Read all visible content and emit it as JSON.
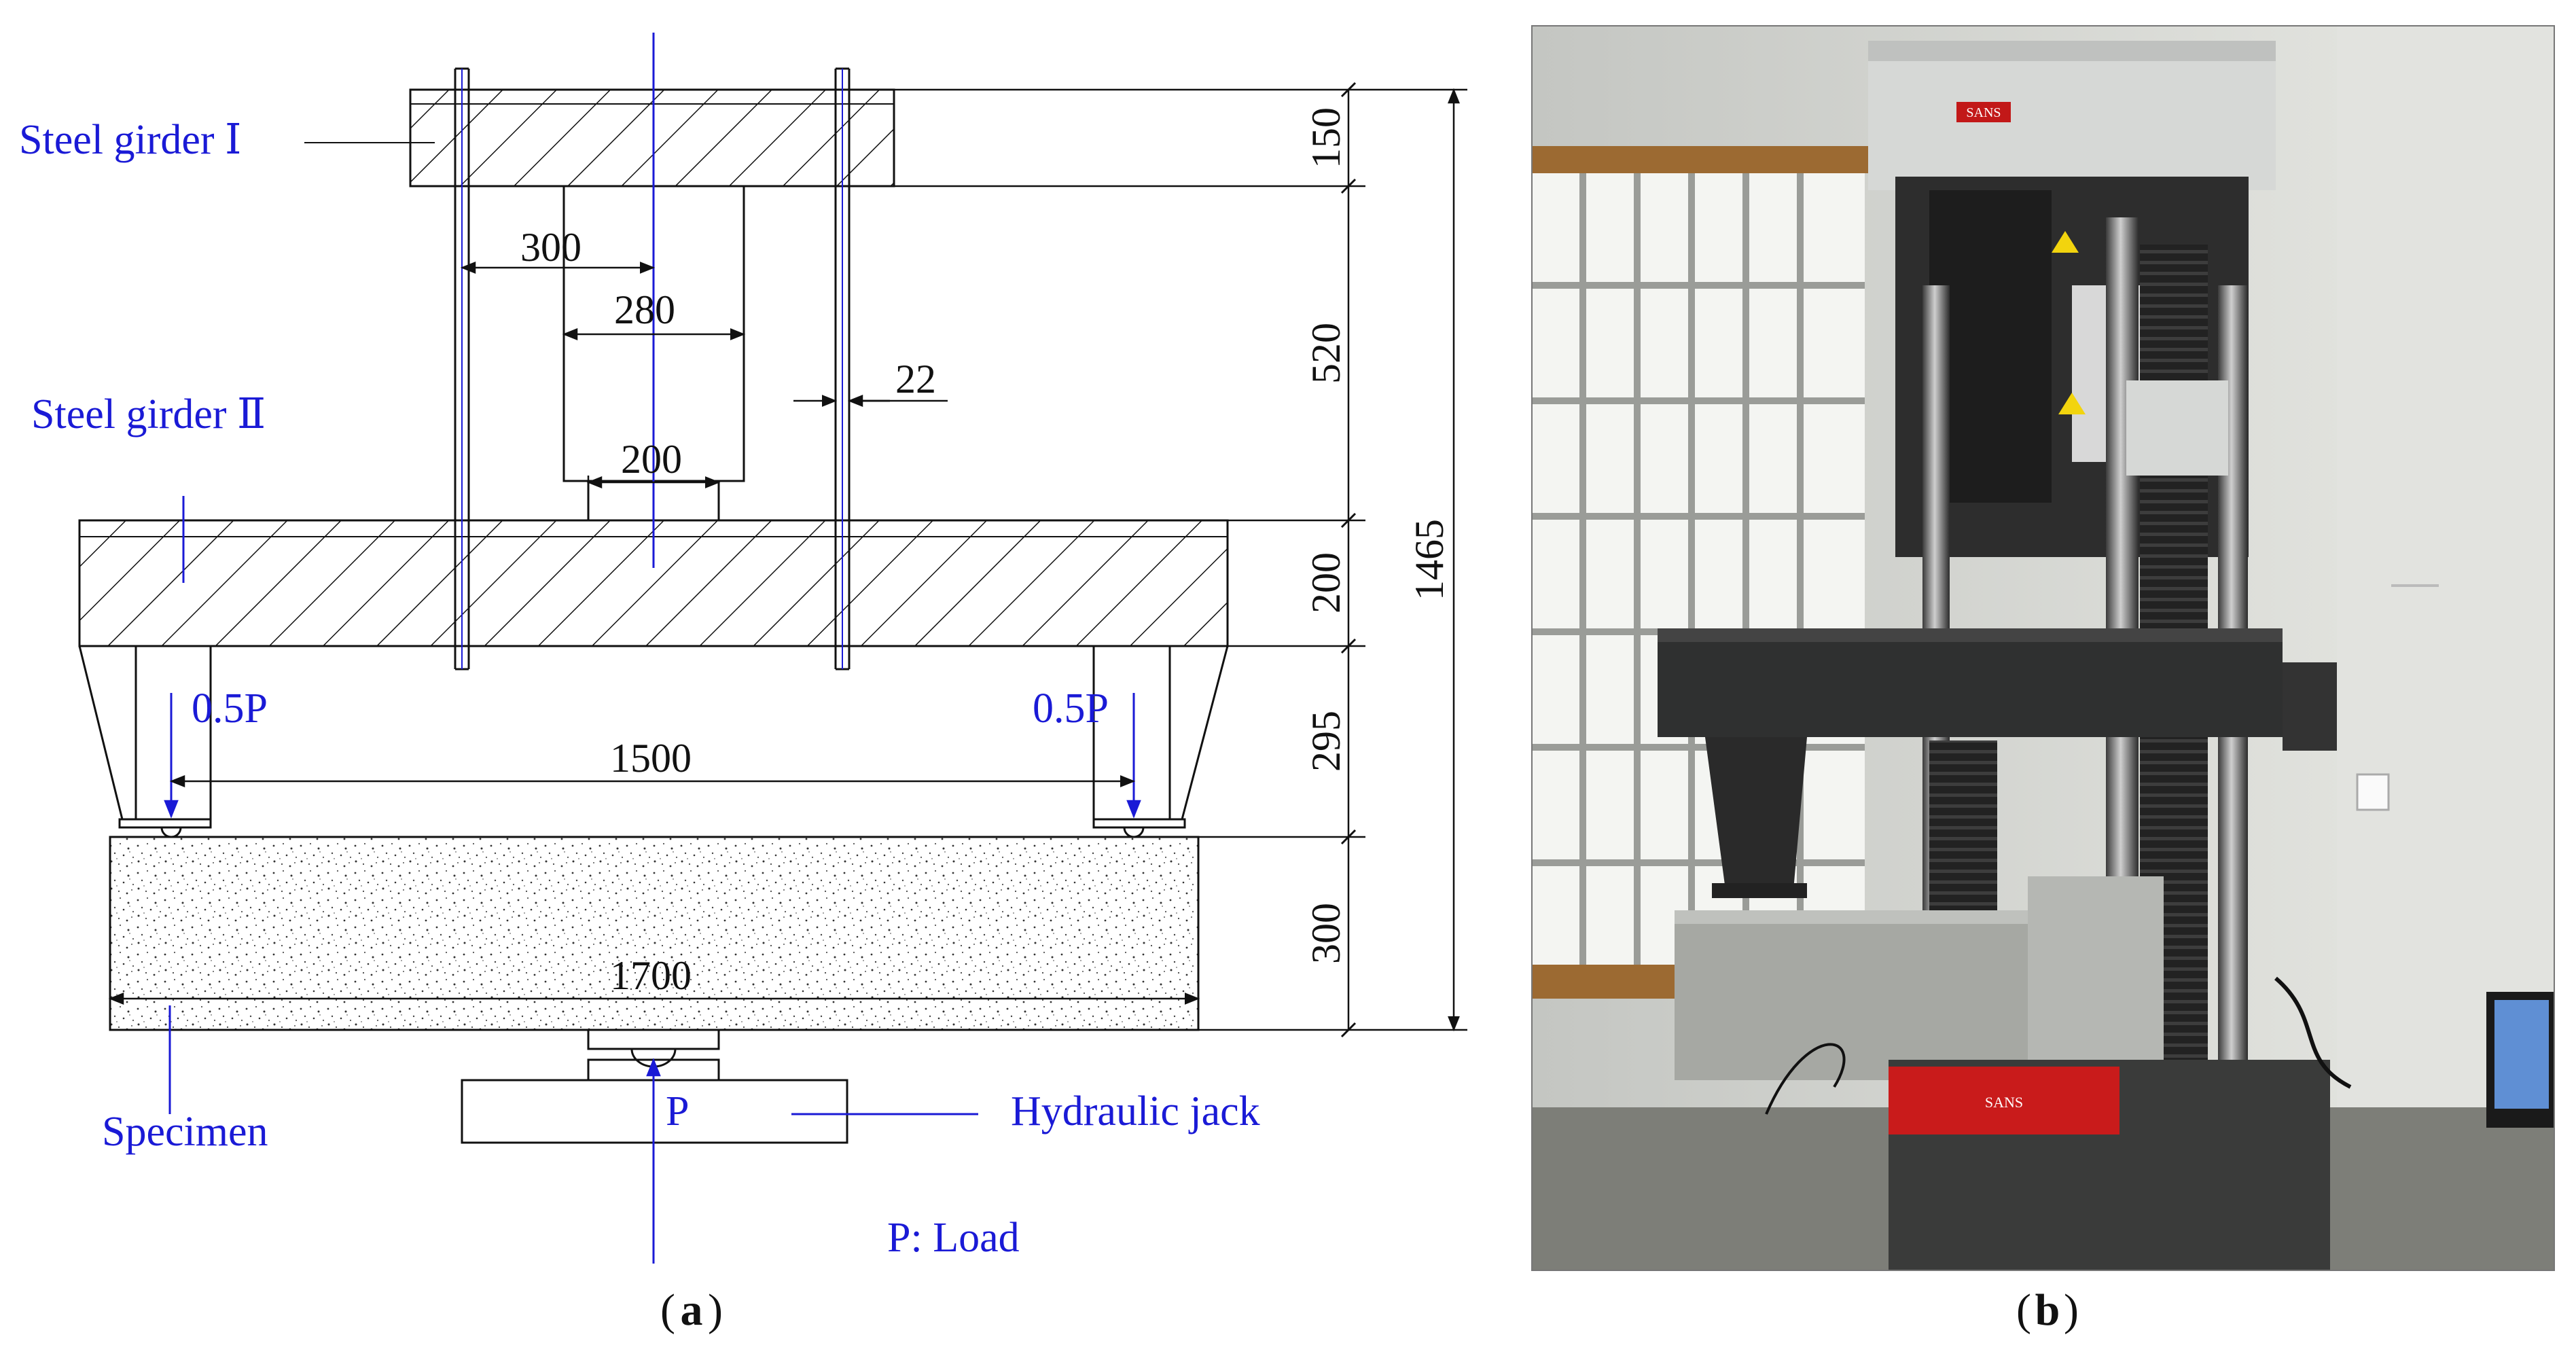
{
  "panel_a": {
    "labels": {
      "girder1": "Steel girder Ⅰ",
      "girder2": "Steel girder Ⅱ",
      "specimen": "Specimen",
      "jack": "Hydraulic jack",
      "load_p": "P",
      "load_left": "0.5P",
      "load_right": "0.5P",
      "legend": "P: Load"
    },
    "dims": {
      "d300": "300",
      "d280": "280",
      "d22": "22",
      "d200": "200",
      "d1500": "1500",
      "d1700": "1700",
      "v150": "150",
      "v520": "520",
      "v200": "200",
      "v295": "295",
      "v300": "300",
      "v1465": "1465"
    },
    "caption_letter": "a"
  },
  "panel_b": {
    "caption_letter": "b",
    "brand": "SANS"
  },
  "colors": {
    "annotation_blue": "#1a1ad6",
    "line_black": "#111111"
  }
}
